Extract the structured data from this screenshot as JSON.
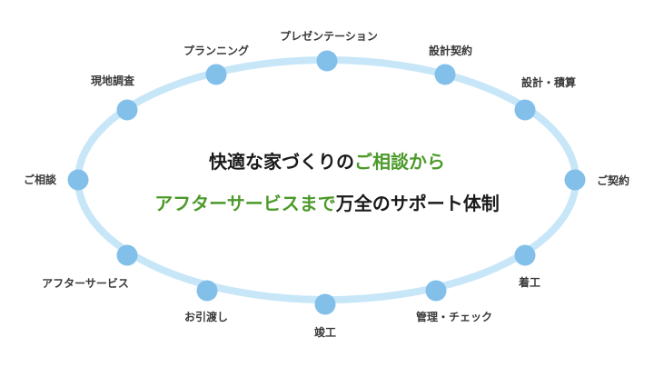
{
  "colors": {
    "ring": "#c7e6f8",
    "node": "#82c0ea",
    "label_text": "#3a3a3a",
    "headline_dark": "#1a1a1a",
    "headline_accent": "#4c9a2a"
  },
  "headline": {
    "line1": [
      {
        "text": "快適な家づくりの",
        "accent": false
      },
      {
        "text": "ご相談から",
        "accent": true
      }
    ],
    "line2": [
      {
        "text": "アフターサービスまで",
        "accent": true
      },
      {
        "text": "万全のサポート体制",
        "accent": false
      }
    ]
  },
  "steps": [
    {
      "label": "ご相談"
    },
    {
      "label": "現地調査"
    },
    {
      "label": "プランニング"
    },
    {
      "label": "プレゼンテーション"
    },
    {
      "label": "設計契約"
    },
    {
      "label": "設計・積算"
    },
    {
      "label": "ご契約"
    },
    {
      "label": "着工"
    },
    {
      "label": "管理・チェック"
    },
    {
      "label": "竣工"
    },
    {
      "label": "お引渡し"
    },
    {
      "label": "アフターサービス"
    }
  ]
}
